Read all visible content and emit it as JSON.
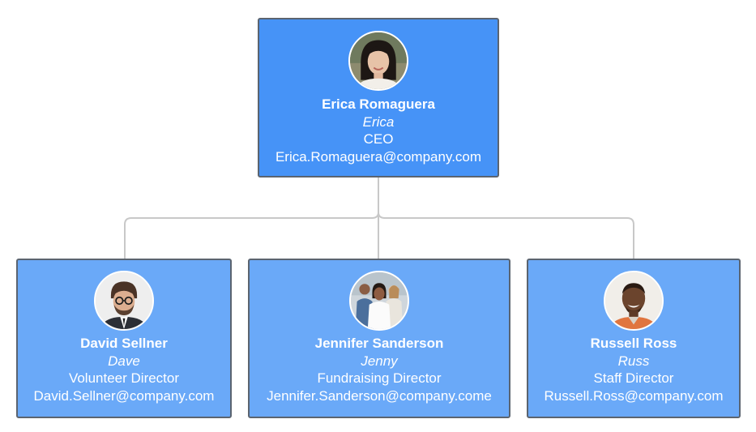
{
  "org_chart": {
    "root": {
      "name": "Erica Romaguera",
      "nickname": "Erica",
      "title": "CEO",
      "email": "Erica.Romaguera@company.com",
      "avatar_icon": "woman-portrait-icon"
    },
    "children": [
      {
        "name": "David Sellner",
        "nickname": "Dave",
        "title": "Volunteer Director",
        "email": "David.Sellner@company.com",
        "avatar_icon": "man-glasses-portrait-icon"
      },
      {
        "name": "Jennifer Sanderson",
        "nickname": "Jenny",
        "title": "Fundraising Director",
        "email": "Jennifer.Sanderson@company.come",
        "avatar_icon": "group-photo-icon"
      },
      {
        "name": "Russell Ross",
        "nickname": "Russ",
        "title": "Staff Director",
        "email": "Russell.Ross@company.com",
        "avatar_icon": "man-smiling-portrait-icon"
      }
    ]
  },
  "colors": {
    "root_fill": "#4693f7",
    "child_fill": "#6aa9f8",
    "border": "#5b6470",
    "connector": "#c8c8c8",
    "text": "#ffffff"
  }
}
